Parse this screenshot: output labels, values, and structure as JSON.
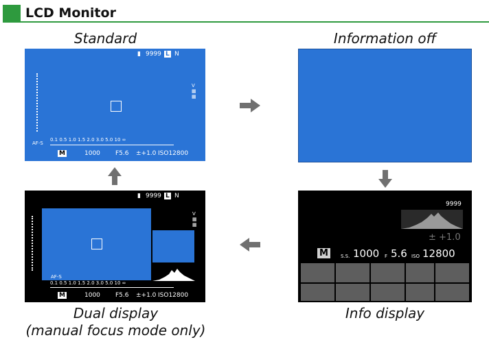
{
  "header": {
    "title": "LCD Monitor"
  },
  "captions": {
    "standard": "Standard",
    "info_off": "Information off",
    "info_display": "Info display",
    "dual_line1": "Dual display",
    "dual_line2": "(manual focus mode only)"
  },
  "overlay": {
    "frames": "9999",
    "size": "N",
    "scale": "0.1  0.5    1.0    1.5    2.0    3.0    5.0    10  ∞",
    "mode": "M",
    "shutter": "1000",
    "aperture": "F5.6",
    "exposure": "±+1.0",
    "iso": "ISO12800",
    "af": "AF-S"
  },
  "info_screen": {
    "frames": "9999",
    "exp_comp": "± +1.0",
    "mode": "M",
    "ss_label": "S.S.",
    "shutter": "1000",
    "f_label": "F",
    "aperture": "5.6",
    "iso_label": "ISO",
    "iso": "12800"
  },
  "colors": {
    "accent": "#2e9a3e",
    "screen_blue": "#2a74d6",
    "arrow": "#707070"
  }
}
